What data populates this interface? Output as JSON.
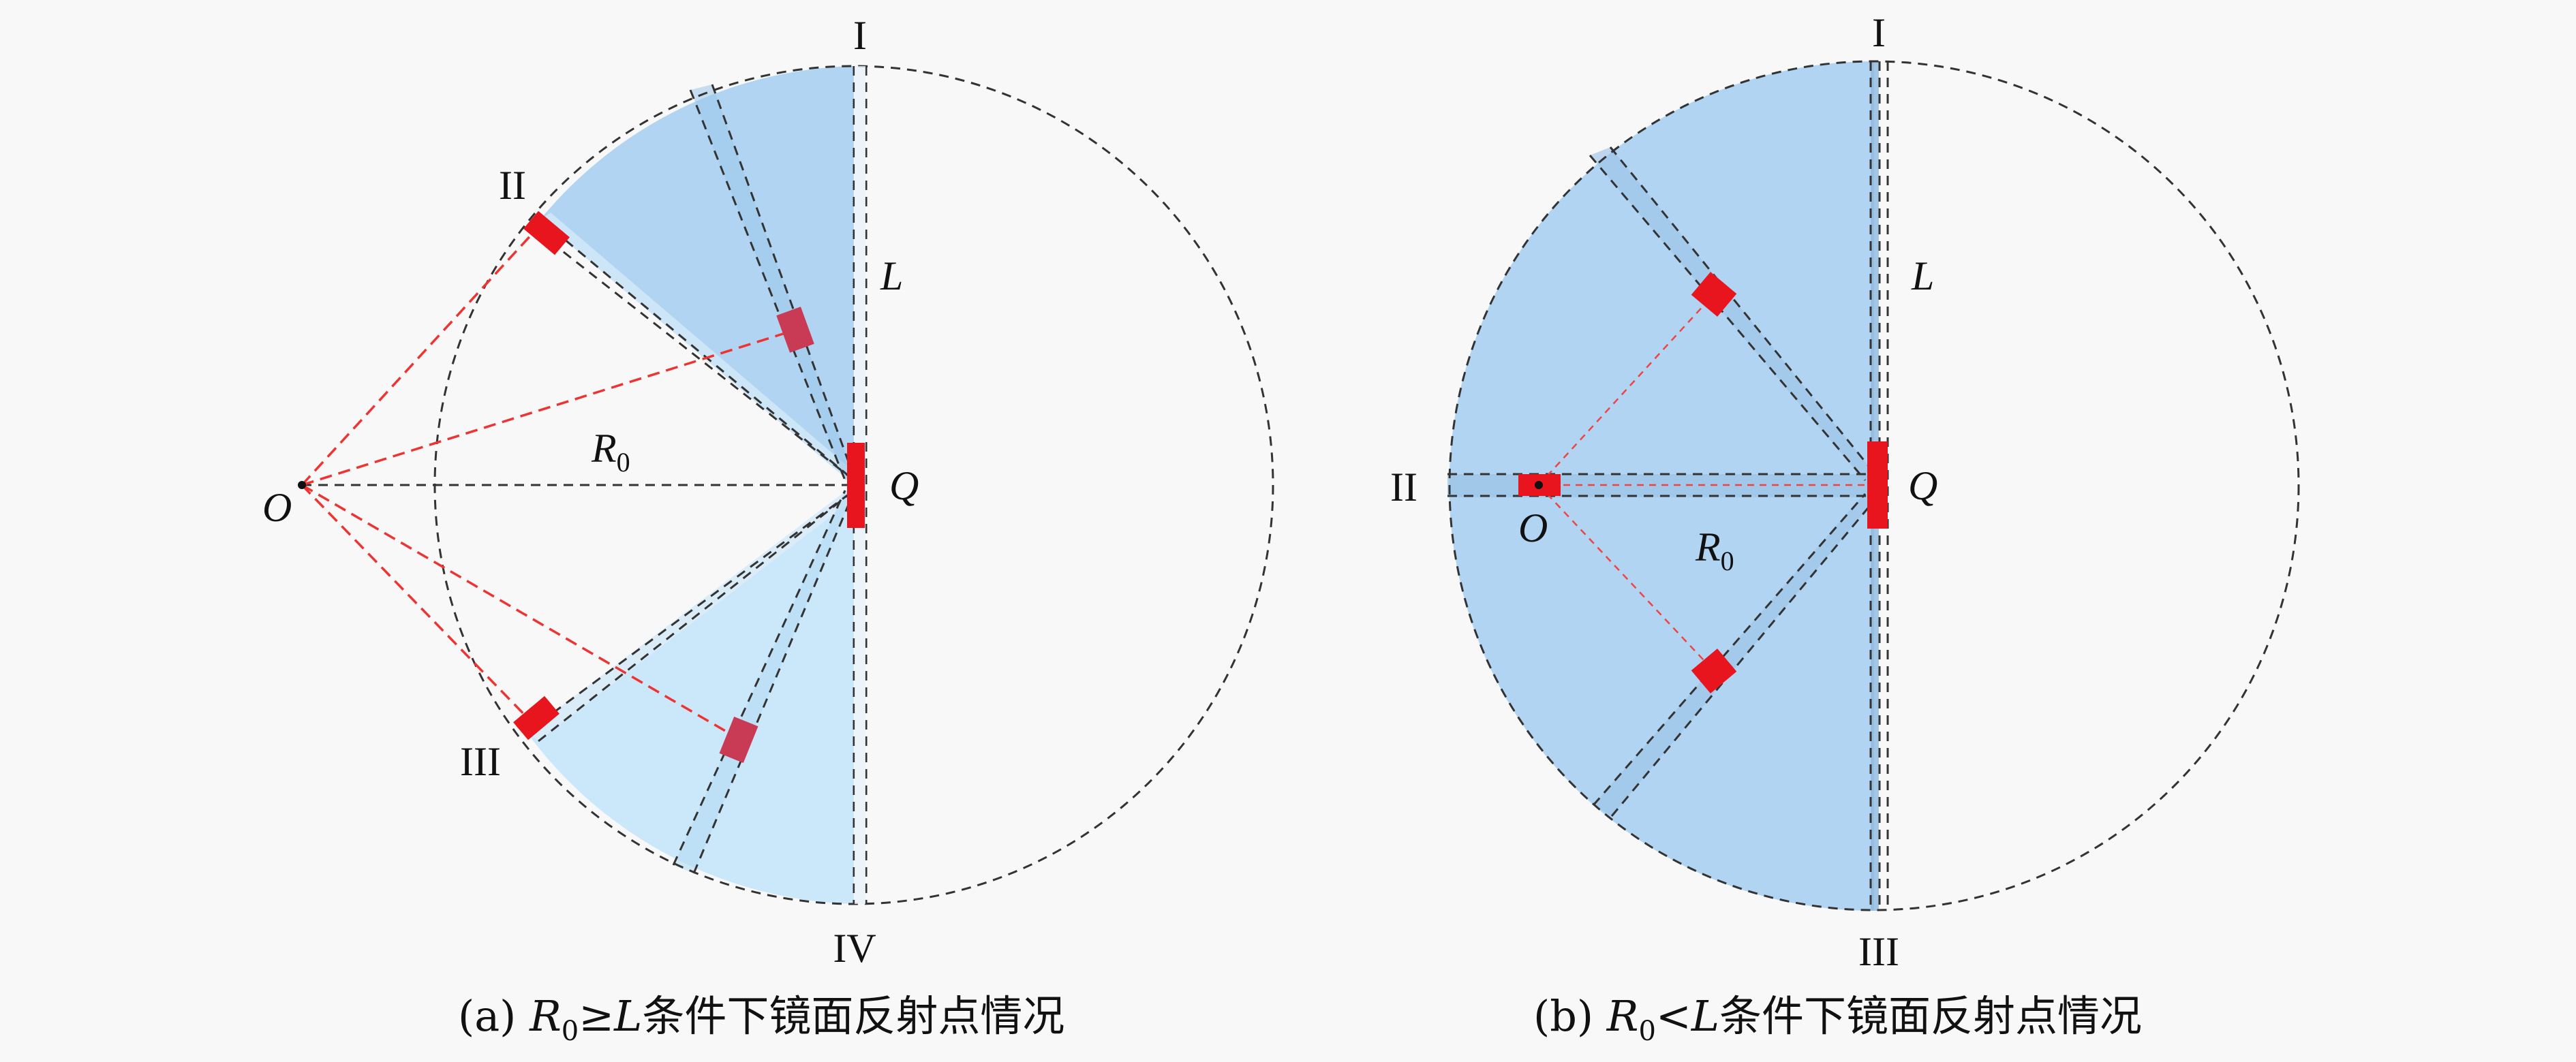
{
  "panel_a": {
    "label_I": "I",
    "label_II": "II",
    "label_III": "III",
    "label_IV": "IV",
    "label_L": "L",
    "label_Q": "Q",
    "label_O": "O",
    "label_R": "R",
    "label_R_sub": "0",
    "caption_prefix": "(a) ",
    "caption_R": "R",
    "caption_R_sub": "0",
    "caption_rel": "≥",
    "caption_L": "L",
    "caption_text": "条件下镜面反射点情况"
  },
  "panel_b": {
    "label_I": "I",
    "label_II": "II",
    "label_III": "III",
    "label_L": "L",
    "label_Q": "Q",
    "label_O": "O",
    "label_R": "R",
    "label_R_sub": "0",
    "caption_prefix": "(b) ",
    "caption_R": "R",
    "caption_R_sub": "0",
    "caption_rel": "<",
    "caption_L": "L",
    "caption_text": "条件下镜面反射点情况"
  },
  "colors": {
    "region_dark": "#a9d1f2",
    "region_light": "#c8e8fb",
    "reflector": "#e8141e",
    "reflector_dim": "#c93a55",
    "ray": "#e33333"
  }
}
